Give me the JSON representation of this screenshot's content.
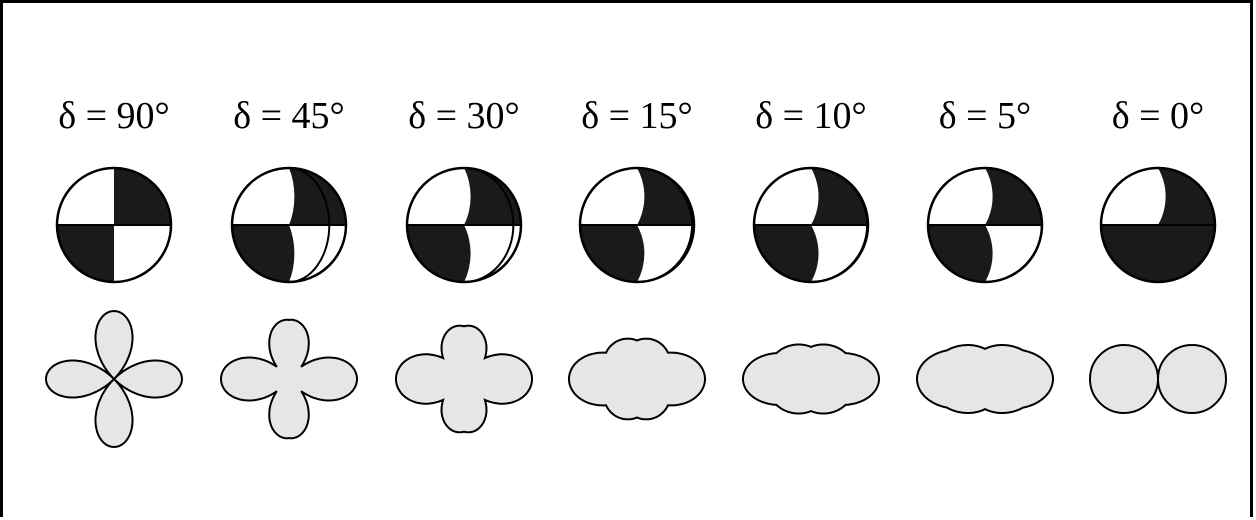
{
  "colors": {
    "beachball_fill": "#1a1a1a",
    "lobe_fill": "#e6e6e6",
    "outline": "#000000",
    "background": "#ffffff"
  },
  "panels": [
    {
      "label": "δ = 90°",
      "dip_deg": 90
    },
    {
      "label": "δ = 45°",
      "dip_deg": 45
    },
    {
      "label": "δ = 30°",
      "dip_deg": 30
    },
    {
      "label": "δ = 15°",
      "dip_deg": 15
    },
    {
      "label": "δ = 10°",
      "dip_deg": 10
    },
    {
      "label": "δ = 5°",
      "dip_deg": 5
    },
    {
      "label": "δ = 0°",
      "dip_deg": 0
    }
  ]
}
